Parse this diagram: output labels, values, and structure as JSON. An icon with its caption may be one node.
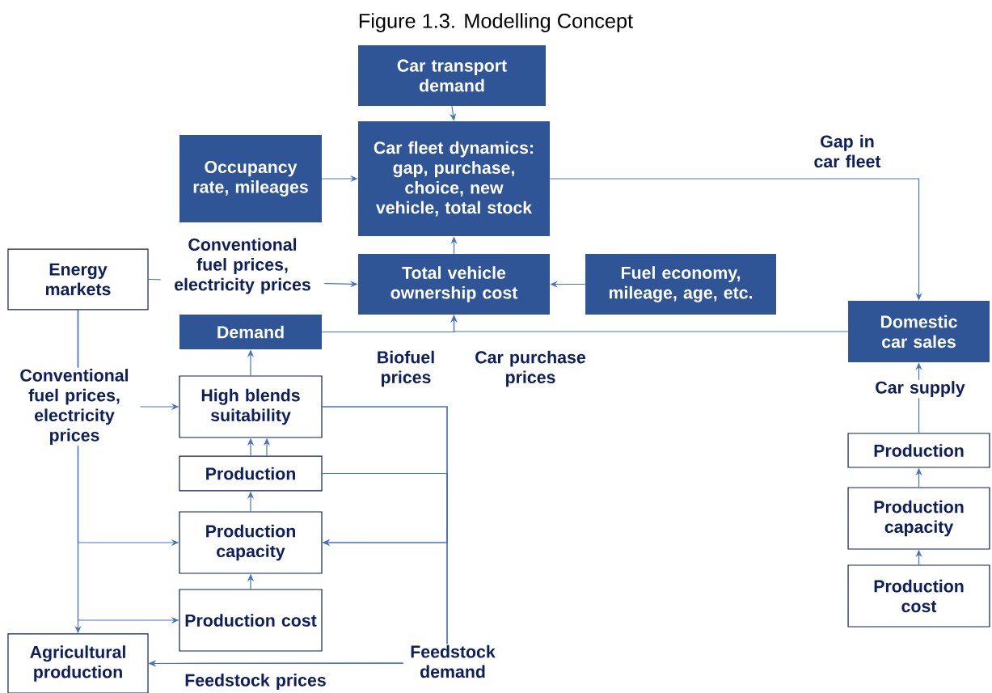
{
  "diagram": {
    "title": "Figure 1.3. Modelling Concept",
    "nodes": [
      {
        "text": [
          "Car transport demand"
        ]
      },
      {
        "text": [
          "Car fleet dynamics: gap, purchase, choice, new vehicle, total stock"
        ]
      },
      {
        "text": [
          "Occupancy rate, mileages"
        ]
      },
      {
        "text": [
          "Energy markets"
        ]
      },
      {
        "text": [
          "Total vehicle ownership cost"
        ]
      },
      {
        "text": [
          "Fuel economy, mileage, age, etc."
        ]
      },
      {
        "text": [
          "Demand"
        ]
      },
      {
        "text": [
          "Domestic car sales"
        ]
      },
      {
        "text": [
          "High blends suitability"
        ]
      },
      {
        "text": [
          "Production"
        ]
      },
      {
        "text": [
          "Production capacity"
        ]
      },
      {
        "text": [
          "Production cost"
        ]
      },
      {
        "text": [
          "Agricultural production"
        ]
      },
      {
        "text": [
          "Production"
        ]
      },
      {
        "text": [
          "Production capacity"
        ]
      },
      {
        "text": [
          "Production cost"
        ]
      }
    ],
    "edges": [
      {
        "from": 0,
        "to": 1,
        "arrow": "to"
      },
      {
        "from": 2,
        "to": 1,
        "arrow": "to"
      },
      {
        "from": 4,
        "to": 1,
        "arrow": "to"
      },
      {
        "from": 3,
        "to": 4,
        "arrow": "to",
        "label": "Conventional fuel prices, electricity prices"
      },
      {
        "from": 5,
        "to": 4,
        "arrow": "to"
      },
      {
        "from": 6,
        "to": 4,
        "arrow": "to",
        "label": "Biofuel prices"
      },
      {
        "from": 7,
        "to": 4,
        "arrow": "to",
        "label": "Car purchase prices"
      },
      {
        "from": 1,
        "to": 7,
        "arrow": "to",
        "label": "Gap in car fleet"
      },
      {
        "from": 13,
        "to": 7,
        "arrow": "to",
        "label": "Car supply"
      },
      {
        "from": 14,
        "to": 13,
        "arrow": "to"
      },
      {
        "from": 15,
        "to": 14,
        "arrow": "to"
      },
      {
        "from": 8,
        "to": 6,
        "arrow": "to"
      },
      {
        "from": 9,
        "to": 8,
        "arrow": "to"
      },
      {
        "from": 9,
        "to": 8,
        "arrow": "to"
      },
      {
        "from": 10,
        "to": 9,
        "arrow": "to"
      },
      {
        "from": 11,
        "to": 10,
        "arrow": "to"
      },
      {
        "from": 3,
        "to": 8,
        "arrow": "to",
        "label": "Conventional fuel prices, electricity prices"
      },
      {
        "from": 3,
        "to": 10,
        "arrow": "to"
      },
      {
        "from": 3,
        "to": 11,
        "arrow": "to"
      },
      {
        "from": 3,
        "to": 12,
        "arrow": "to"
      },
      {
        "from": 8,
        "to": 12,
        "arrow": "to",
        "label": "Feedstock demand"
      },
      {
        "from": 9,
        "to": 12,
        "arrow": "to",
        "label": "Feedstock prices"
      },
      {
        "from": 8,
        "to": 10,
        "arrow": "to"
      },
      {
        "from": 9,
        "to": 10,
        "arrow": "to"
      }
    ]
  }
}
